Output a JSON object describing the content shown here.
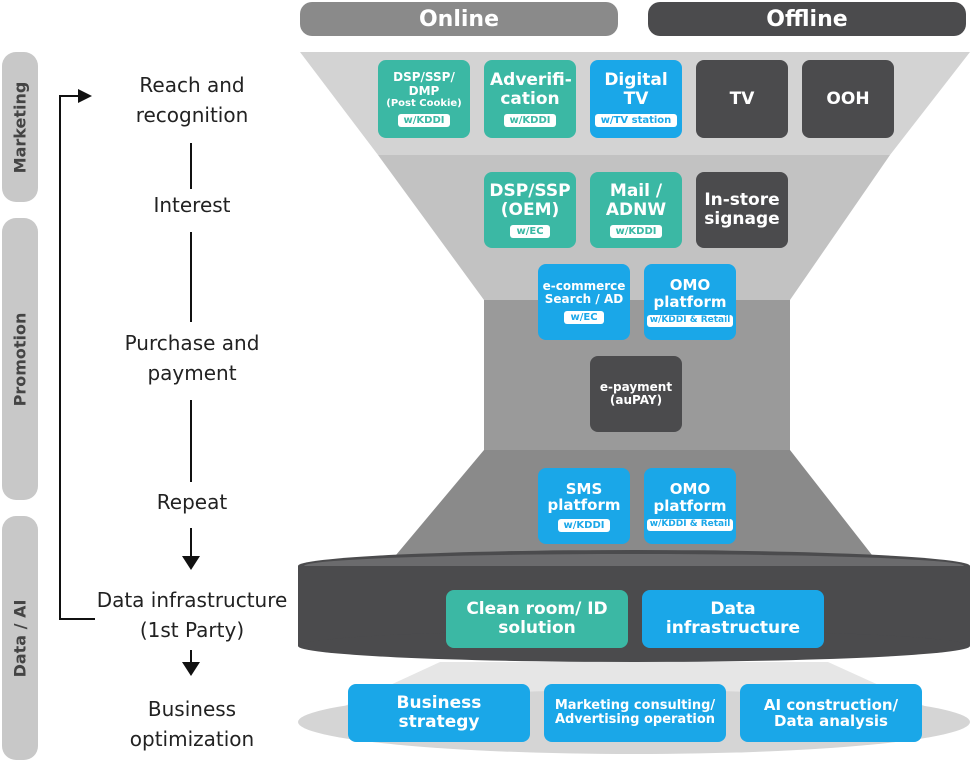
{
  "header": {
    "online": "Online",
    "offline": "Offline"
  },
  "side_labels": {
    "marketing": "Marketing",
    "promotion": "Promotion",
    "data_ai": "Data / AI"
  },
  "stages": {
    "reach": "Reach and recognition",
    "interest": "Interest",
    "purchase": "Purchase and payment",
    "repeat": "Repeat",
    "data_infra": "Data infrastructure (1st Party)",
    "business": "Business optimization"
  },
  "boxes": {
    "dsp_dmp": {
      "title": "DSP/SSP/ DMP",
      "sub": "(Post Cookie)",
      "tag": "w/KDDI"
    },
    "adverification": {
      "title": "Adverifi- cation",
      "tag": "w/KDDI"
    },
    "digital_tv": {
      "title": "Digital TV",
      "tag": "w/TV station"
    },
    "tv": {
      "title": "TV"
    },
    "ooh": {
      "title": "OOH"
    },
    "dsp_oem": {
      "title": "DSP/SSP (OEM)",
      "tag": "w/EC"
    },
    "mail_adnw": {
      "title": "Mail / ADNW",
      "tag": "w/KDDI"
    },
    "instore": {
      "title": "In-store signage"
    },
    "ecommerce": {
      "title": "e-commerce Search / AD",
      "tag": "w/EC"
    },
    "omo1": {
      "title": "OMO platform",
      "tag": "w/KDDI & Retail"
    },
    "epayment": {
      "title": "e-payment (auPAY)"
    },
    "sms": {
      "title": "SMS platform",
      "tag": "w/KDDI"
    },
    "omo2": {
      "title": "OMO platform",
      "tag": "w/KDDI & Retail"
    },
    "cleanroom": {
      "title": "Clean room/ ID solution"
    },
    "data_infrastructure": {
      "title": "Data infrastructure"
    },
    "business_strategy": {
      "title": "Business strategy"
    },
    "consulting": {
      "title": "Marketing consulting/ Advertising operation"
    },
    "ai_construction": {
      "title": "AI construction/ Data analysis"
    }
  },
  "colors": {
    "teal": "#3bb8a4",
    "blue": "#1aa7e8",
    "dark": "#4b4b4d",
    "gray": "#c8c8c8",
    "funnel_light": "#d0d0d0",
    "funnel_dark": "#8e8e8e"
  }
}
